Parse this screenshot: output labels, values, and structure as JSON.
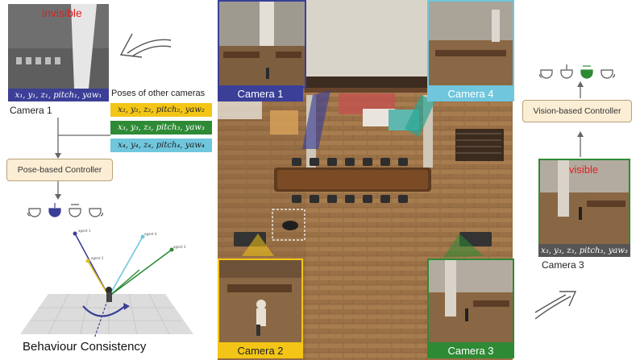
{
  "cameras": {
    "cam1_label": "Camera 1",
    "cam2_label": "Camera 2",
    "cam3_label": "Camera 3",
    "cam4_label": "Camera 4"
  },
  "left": {
    "invisible_label": "invisible",
    "camera1_pose": "x₁, y₁, z₁, pitch₁, yaw₁",
    "camera1_caption": "Camera 1",
    "other_poses_title": "Poses of other cameras",
    "pose2": "x₂, y₂, z₂, pitch₂, yaw₂",
    "pose3": "x₃, y₃, z₃, pitch₃, yaw₃",
    "pose4": "x₄, y₄, z₄, pitch₄, yaw₄",
    "pose_controller": "Pose-based Controller",
    "agent_labels": [
      "agent 1",
      "agent 2",
      "agent 3",
      "agent 4"
    ],
    "behaviour_caption": "Behaviour Consistency"
  },
  "right": {
    "vision_controller": "Vision-based Controller",
    "visible_label": "visible",
    "camera3_pose": "x₃, y₃, z₃, pitch₃, yaw₃",
    "camera3_caption": "Camera 3"
  },
  "colors": {
    "cam1": "#3b3f97",
    "cam2": "#f3c516",
    "cam3": "#2e8a35",
    "cam4": "#6fc6dd",
    "controller_fill": "#fbeed5",
    "invisible_text": "#e02020"
  }
}
